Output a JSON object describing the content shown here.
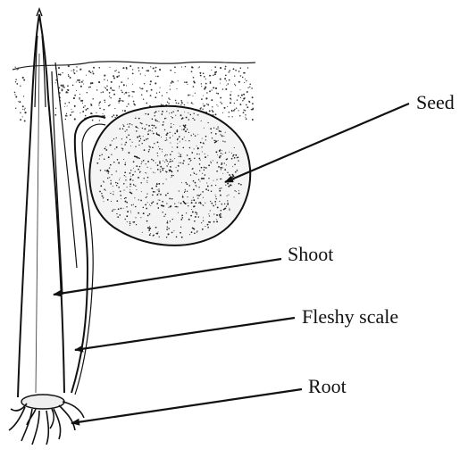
{
  "labels": {
    "seed": "Seed",
    "shoot": "Shoot",
    "fleshy_scale": "Fleshy scale",
    "root": "Root"
  },
  "colors": {
    "ink": "#111111",
    "background": "#ffffff"
  }
}
